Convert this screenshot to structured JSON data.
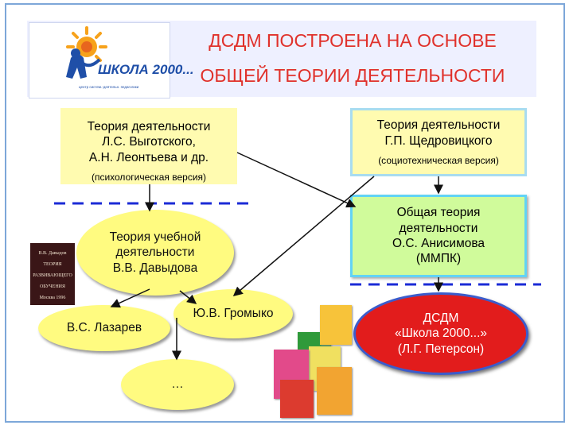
{
  "title": {
    "line1": "ДСДМ ПОСТРОЕНА НА ОСНОВЕ",
    "line2": "ОБЩЕЙ ТЕОРИИ ДЕЯТЕЛЬНОСТИ"
  },
  "logo": {
    "name": "ШКОЛА 2000...",
    "tagline": "центр систем.-деятельн. педагогики"
  },
  "box_vygotsky": {
    "line1": "Теория деятельности",
    "line2": "Л.С. Выготского,",
    "line3": "А.Н. Леонтьева и др.",
    "note": "(психологическая версия)"
  },
  "box_shchedrovitsky": {
    "line1": "Теория деятельности",
    "line2": "Г.П. Щедровицкого",
    "note": "(социотехническая версия)"
  },
  "box_anisimov": {
    "line1": "Общая теория",
    "line2": "деятельности",
    "line3": "О.С. Анисимова",
    "line4": "(ММПК)"
  },
  "ellipse_davydov": {
    "line1": "Теория учебной",
    "line2": "деятельности",
    "line3": "В.В. Давыдова"
  },
  "ellipse_lazarev": "В.С. Лазарев",
  "ellipse_gromyko": "Ю.В. Громыко",
  "ellipse_ellipsis": "…",
  "ellipse_dsdm": {
    "line1": "ДСДМ",
    "line2": "«Школа 2000...»",
    "line3": "(Л.Г. Петерсон)"
  },
  "davydov_book": {
    "author": "В.В. Давыдов",
    "title1": "ТЕОРИЯ",
    "title2": "РАЗВИВАЮЩЕГО",
    "title3": "ОБУЧЕНИЯ",
    "year": "Москва 1996"
  },
  "colors": {
    "title": "#e0312b",
    "ellipse_yellow": "#fffb80",
    "ellipse_red": "#e21c1c",
    "box_green": "#d0fb9b",
    "box_yellow": "#fffbb0",
    "dash_blue": "#1b2bd6",
    "frame": "#7da7d9"
  }
}
